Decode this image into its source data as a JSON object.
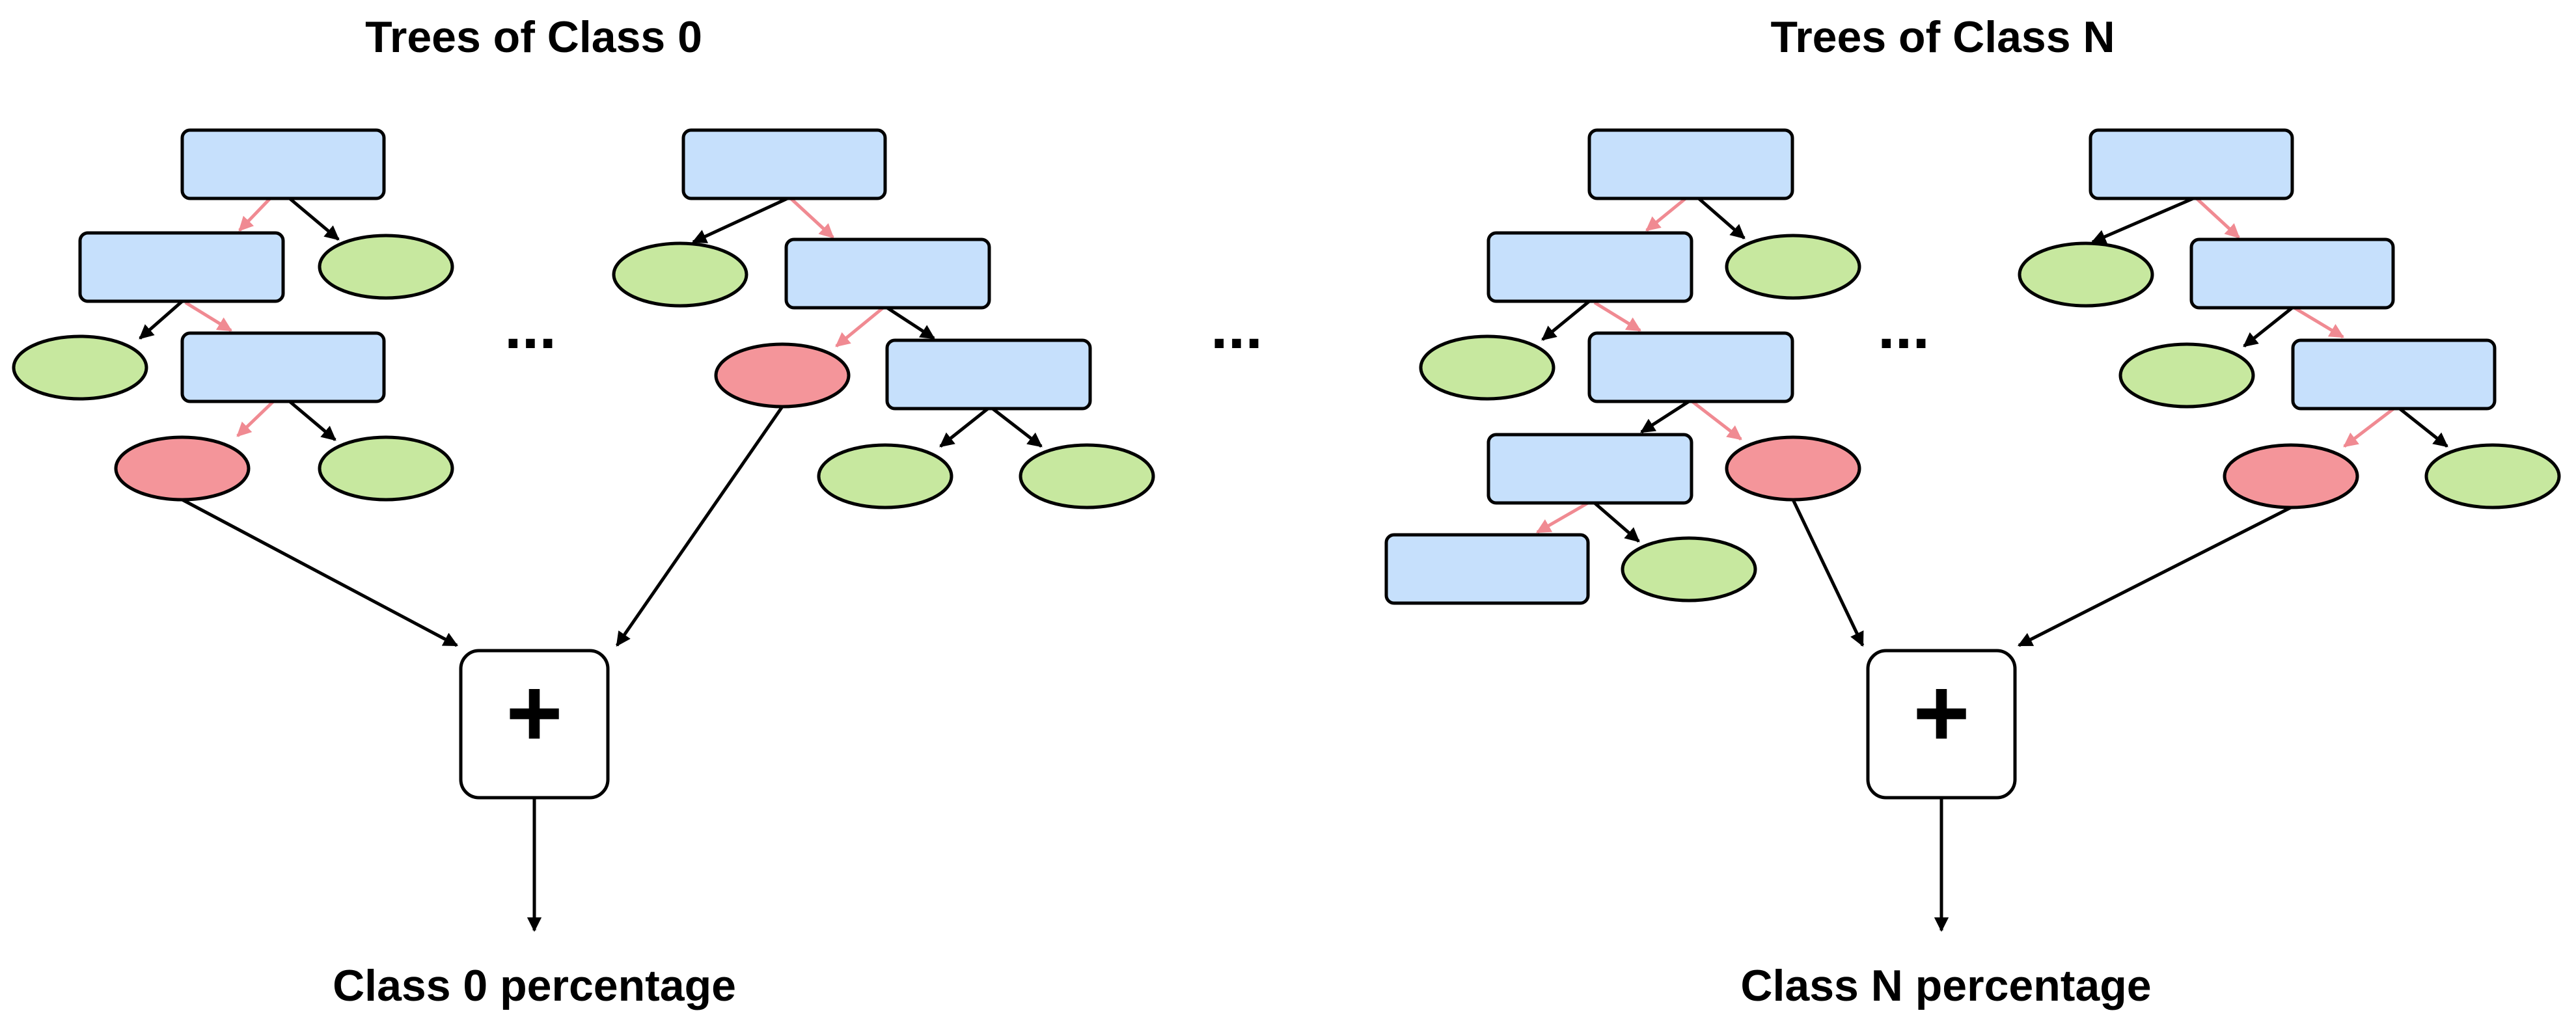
{
  "diagram": {
    "left": {
      "title": "Trees of Class 0",
      "ellipsis": "...",
      "aggregator_symbol": "+",
      "output_label": "Class 0 percentage"
    },
    "between_groups_ellipsis": "...",
    "right": {
      "title": "Trees of Class N",
      "ellipsis": "...",
      "aggregator_symbol": "+",
      "output_label": "Class N percentage"
    }
  },
  "colors": {
    "split_node_fill": "#c6e0fc",
    "leaf_fill": "#c7e89f",
    "active_leaf_fill": "#f4959a",
    "active_path_edge": "#f08a92",
    "edge": "#000000",
    "outline": "#000000"
  }
}
